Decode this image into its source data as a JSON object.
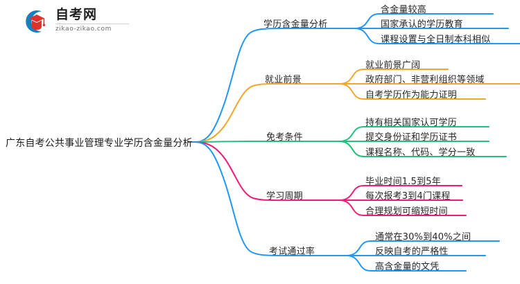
{
  "logo": {
    "title": "自考网",
    "subtitle": "zikao-zikao.com",
    "mark_name": "zikao-graduation-cap-logo"
  },
  "mindmap": {
    "root": "广东自考公共事业管理专业学历含金量分析",
    "branches": [
      {
        "label": "学历含金量分析",
        "color": "#2196f3",
        "children": [
          "含金量较高",
          "国家承认的学历教育",
          "课程设置与全日制本科相似"
        ]
      },
      {
        "label": "就业前景",
        "color": "#f0a72a",
        "children": [
          "就业前景广阔",
          "政府部门、非营利组织等领域",
          "自考学历作为能力证明"
        ]
      },
      {
        "label": "免考条件",
        "color": "#22c07c",
        "children": [
          "持有相关国家认可学历",
          "提交身份证和学历证书",
          "课程名称、代码、学分一致"
        ]
      },
      {
        "label": "学习周期",
        "color": "#ee1b78",
        "children": [
          "毕业时间1.5到5年",
          "每次报考3到4门课程",
          "合理规划可缩短时间"
        ]
      },
      {
        "label": "考试通过率",
        "color": "#2196f3",
        "children": [
          "通常在30%到40%之间",
          "反映自考的严格性",
          "高含金量的文凭"
        ]
      }
    ]
  },
  "colors": {
    "blue": "#2196f3",
    "orange": "#f0a72a",
    "green": "#22c07c",
    "pink": "#ee1b78",
    "logo_blue": "#1a7fc1",
    "logo_red": "#e0322c",
    "text": "#262626",
    "background": "#ffffff"
  }
}
